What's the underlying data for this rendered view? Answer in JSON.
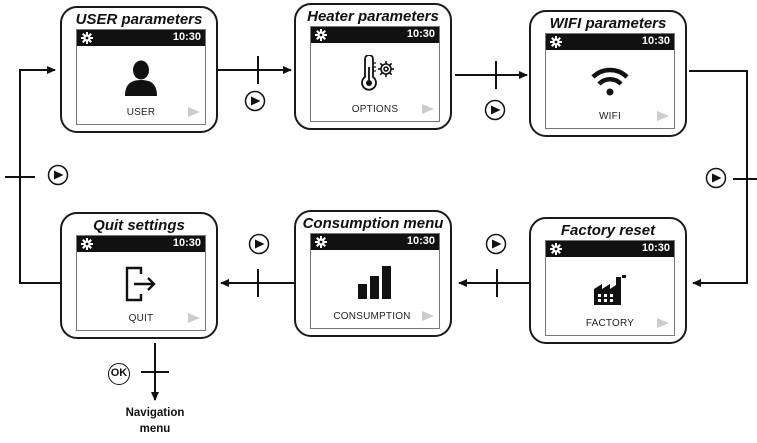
{
  "screen_time": "10:30",
  "cards": [
    {
      "key": "user",
      "title": "USER parameters",
      "label": "USER",
      "icon": "user-icon"
    },
    {
      "key": "heater",
      "title": "Heater parameters",
      "label": "OPTIONS",
      "icon": "thermometer-gear-icon"
    },
    {
      "key": "wifi",
      "title": "WIFI parameters",
      "label": "WIFI",
      "icon": "wifi-icon"
    },
    {
      "key": "factory",
      "title": "Factory reset",
      "label": "FACTORY",
      "icon": "factory-icon"
    },
    {
      "key": "consumption",
      "title": "Consumption menu",
      "label": "CONSUMPTION",
      "icon": "bar-chart-icon"
    },
    {
      "key": "quit",
      "title": "Quit settings",
      "label": "QUIT",
      "icon": "exit-icon"
    }
  ],
  "ok_button": "OK",
  "navigation": {
    "line1": "Navigation",
    "line2": "menu"
  },
  "colors": {
    "frame": "#1a1a1a",
    "screen_bar": "#111111",
    "play_arrow": "#cccccc"
  }
}
